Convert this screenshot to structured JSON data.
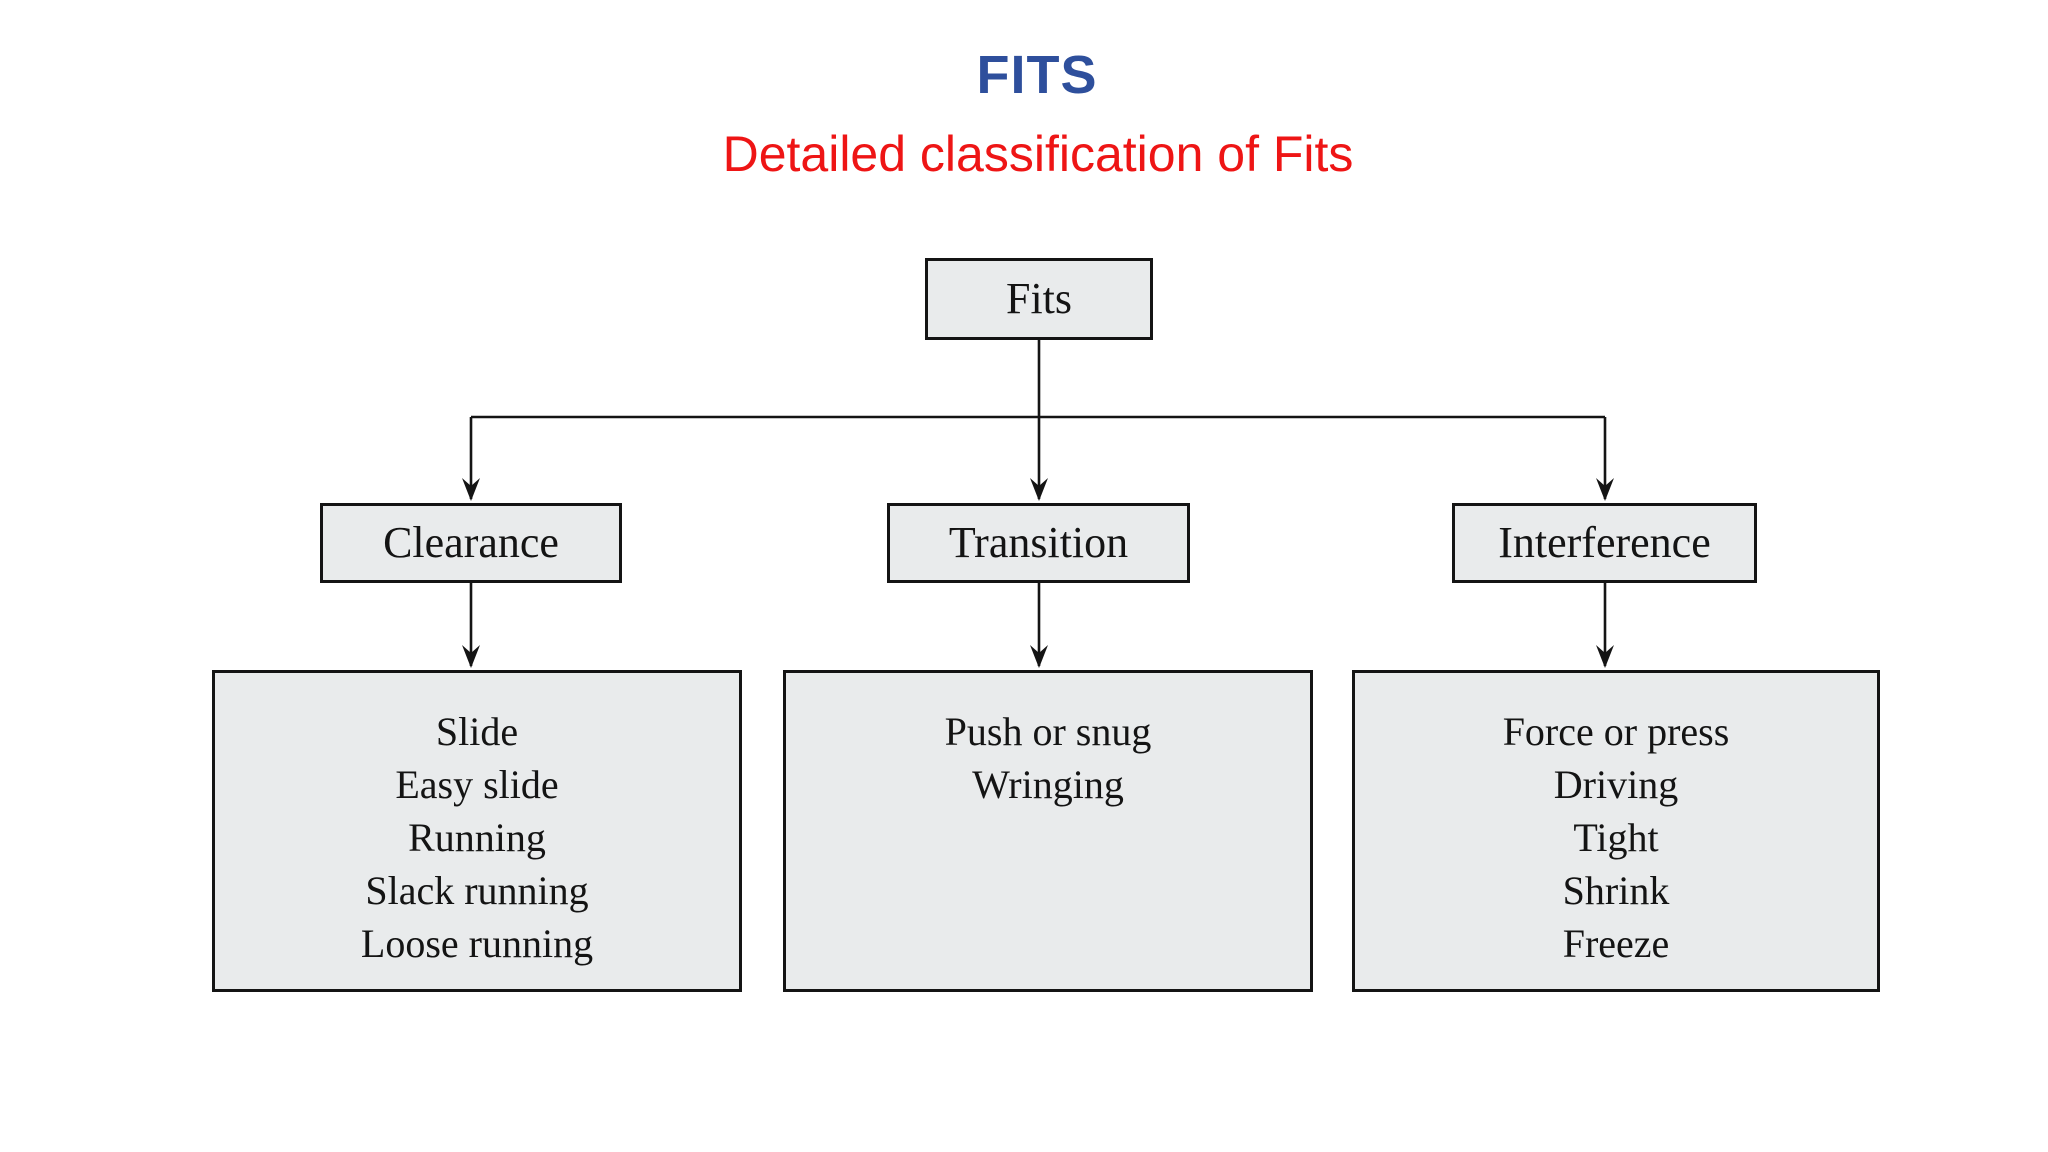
{
  "title": {
    "text": "FITS",
    "color": "#2e4f9c"
  },
  "subtitle": {
    "text": "Detailed classification of Fits",
    "color": "#ee1515"
  },
  "diagram": {
    "colors": {
      "box_fill": "#e9ebec",
      "box_border": "#141414",
      "line": "#141414",
      "text": "#141414"
    },
    "root": {
      "label": "Fits"
    },
    "branches": [
      {
        "label": "Clearance",
        "items": [
          "Slide",
          "Easy slide",
          "Running",
          "Slack running",
          "Loose running"
        ]
      },
      {
        "label": "Transition",
        "items": [
          "Push or snug",
          "Wringing"
        ]
      },
      {
        "label": "Interference",
        "items": [
          "Force or press",
          "Driving",
          "Tight",
          "Shrink",
          "Freeze"
        ]
      }
    ]
  }
}
